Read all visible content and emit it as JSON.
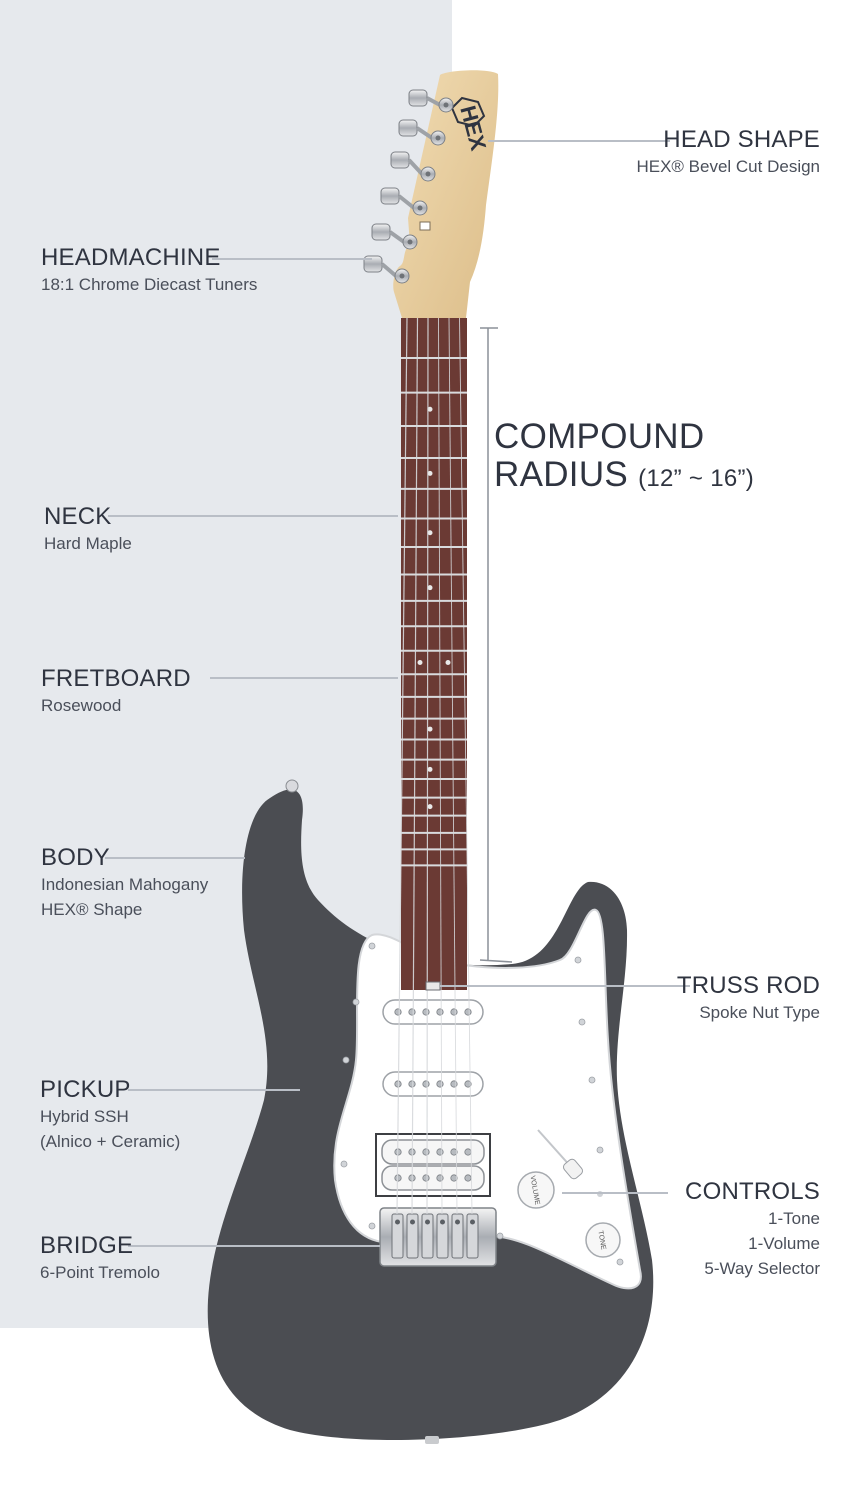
{
  "panel_color": "#e6e9ed",
  "body_color": "#4b4d52",
  "fretboard_color": "#6b3a34",
  "headstock_color": "#e9cfa3",
  "headstock_logo": "HEX",
  "knob_labels": {
    "volume": "VOLUME",
    "tone": "TONE"
  },
  "radius": {
    "line1": "COMPOUND",
    "line2": "RADIUS",
    "range": "(12” ~ 16”)"
  },
  "labels": {
    "head_shape": {
      "title": "HEAD SHAPE",
      "lines": [
        "HEX® Bevel Cut Design"
      ]
    },
    "headmachine": {
      "title": "HEADMACHINE",
      "lines": [
        "18:1 Chrome Diecast Tuners"
      ]
    },
    "neck": {
      "title": "NECK",
      "lines": [
        "Hard Maple"
      ]
    },
    "fretboard": {
      "title": "FRETBOARD",
      "lines": [
        "Rosewood"
      ]
    },
    "body": {
      "title": "BODY",
      "lines": [
        "Indonesian Mahogany",
        "HEX® Shape"
      ]
    },
    "truss_rod": {
      "title": "TRUSS ROD",
      "lines": [
        "Spoke Nut Type"
      ]
    },
    "pickup": {
      "title": "PICKUP",
      "lines": [
        "Hybrid SSH",
        "(Alnico + Ceramic)"
      ]
    },
    "controls": {
      "title": "CONTROLS",
      "lines": [
        "1-Tone",
        "1-Volume",
        "5-Way Selector"
      ]
    },
    "bridge": {
      "title": "BRIDGE",
      "lines": [
        "6-Point Tremolo"
      ]
    }
  }
}
